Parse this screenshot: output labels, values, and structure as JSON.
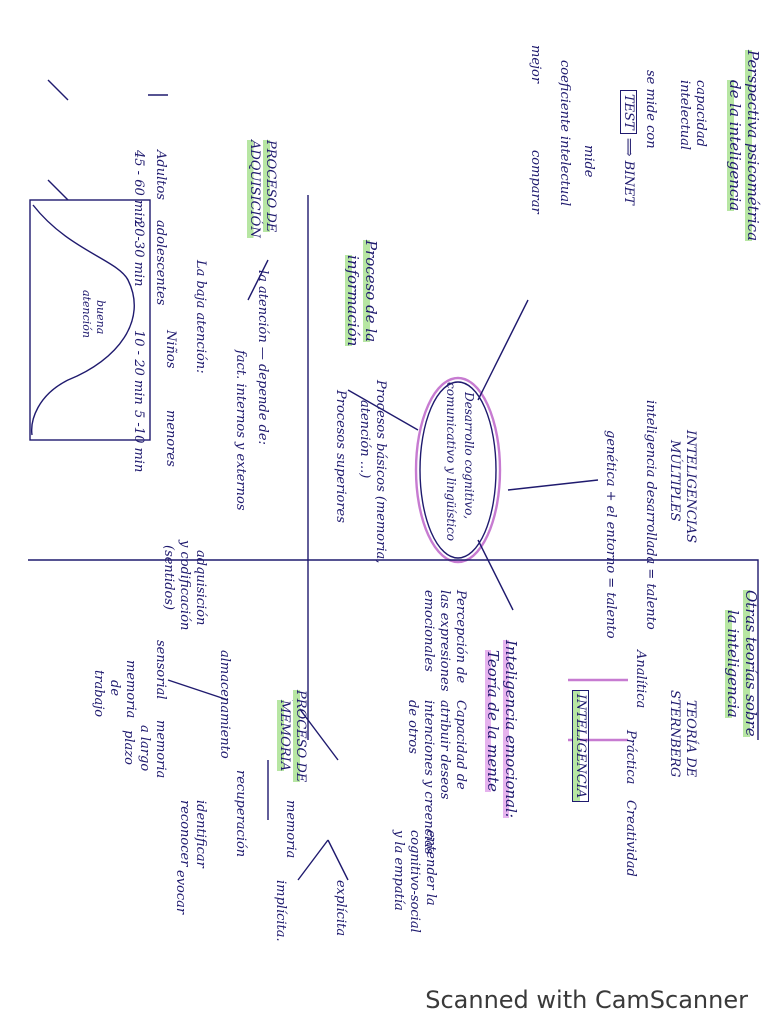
{
  "center": {
    "line1": "Desarrollo cognitivo,",
    "line2": "comunicativo y lingüístico"
  },
  "psicometrica": {
    "title1": "Perspectiva psicométrica",
    "title2": "de la inteligencia",
    "capacidad1": "capacidad",
    "capacidad2": "intelectual",
    "se_mide": "se mide con",
    "test": "TEST",
    "binet": "BINET",
    "mide": "mide",
    "coeficiente": "coeficiente intelectual",
    "mejor": "mejor",
    "comparar": "comparar"
  },
  "otras_teorias": {
    "title1": "Otras teorías sobre",
    "title2": "la inteligencia",
    "multiples1": "INTELIGENCIAS",
    "multiples2": "MÚLTIPLES",
    "desarrollada": "inteligencia desarrollada = talento",
    "genetica": "genética + el entorno = talento",
    "sternberg1": "TEORÍA DE",
    "sternberg2": "STERNBERG",
    "tipo_a": "Analítica",
    "tipo_p": "Práctica",
    "tipo_c": "Creatividad",
    "inteligencia_box": "INTELIGENCIA"
  },
  "emocional": {
    "title1": "Inteligencia emocional:",
    "title2": "Teoría de la mente",
    "percepcion": [
      "Percepción de",
      "las expresiones",
      "emocionales"
    ],
    "capacidad": [
      "Capacidad de",
      "atribuir deseos",
      "intenciones y creencias",
      "de otros"
    ],
    "entender": [
      "entender la",
      "cognitivo-social",
      "y la empatía"
    ]
  },
  "informacion": {
    "title1": "Proceso de la",
    "title2": "información",
    "basicos": [
      "Procesos básicos (memoria,",
      "atención ...)"
    ],
    "superiores": "Procesos superiores"
  },
  "adquisicion": {
    "title1": "PROCESO DE",
    "title2": "ADQUISICIÓN",
    "atencion": "la atención — depende de:",
    "factores": "fact. internos y externos",
    "baja": "La baja atención:",
    "edades_1": [
      "Adultos",
      "adolescentes",
      "Niños",
      "menores"
    ],
    "edades_2": [
      "45 - 60 min",
      "20-30 min",
      "10 - 20 min",
      "5 -10 min"
    ],
    "curva_label": [
      "buena",
      "atención"
    ]
  },
  "memoria": {
    "title1": "PROCESO DE",
    "title2": "MEMORIA",
    "adquisicion": [
      "adquisición",
      "y codificación",
      "(sentidos)"
    ],
    "almacenamiento": "almacenamiento",
    "sensorial": "sensorial",
    "trabajo": [
      "memoria",
      "de",
      "trabajo"
    ],
    "largo_plazo": [
      "memoria",
      "a largo",
      "plazo"
    ],
    "recuperacion": "recuperación",
    "identificar": [
      "identificar",
      "reconocer"
    ],
    "evocar": "evocar",
    "memoria_word": "memoria",
    "explicita": "explícita",
    "implicita": "implícita."
  },
  "footer": "Scanned with CamScanner"
}
